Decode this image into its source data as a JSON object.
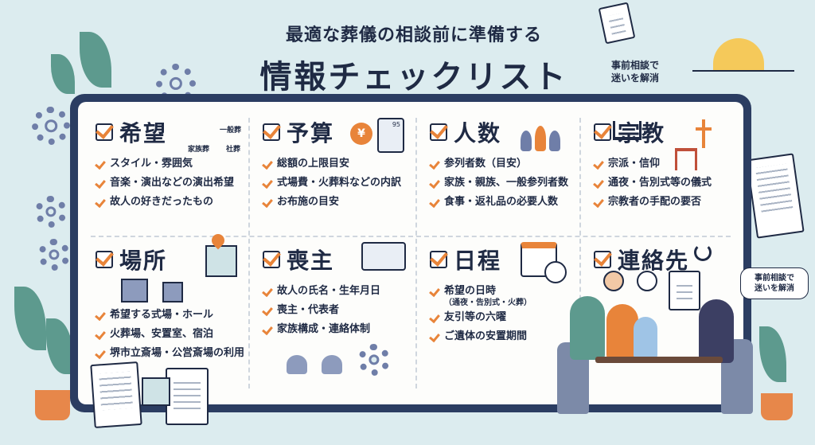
{
  "header": {
    "subtitle": "最適な葬儀の相談前に準備する",
    "title": "情報チェックリスト"
  },
  "notes": {
    "top_line1": "事前相談で",
    "top_line2": "迷いを解消",
    "bubble_line1": "事前相談で",
    "bubble_line2": "迷いを解消"
  },
  "sections": [
    {
      "title": "希望",
      "tags": [
        "家族葬",
        "一般葬",
        "社葬"
      ],
      "items": [
        "スタイル・雰囲気",
        "音楽・演出などの演出希望",
        "故人の好きだったもの"
      ]
    },
    {
      "title": "予算",
      "tags": [
        "¥",
        "95"
      ],
      "items": [
        "総額の上限目安",
        "式場費・火葬料などの内訳",
        "お布施の目安"
      ]
    },
    {
      "title": "人数",
      "items": [
        "参列者数（目安）",
        "家族・親族、一般参列者数",
        "食事・返礼品の必要人数"
      ]
    },
    {
      "title": "宗教",
      "items": [
        "宗派・信仰",
        "通夜・告別式等の儀式",
        "宗教者の手配の要否"
      ]
    },
    {
      "title": "場所",
      "items": [
        "希望する式場・ホール",
        "火葬場、安置室、宿泊",
        "堺市立斎場・公営斎場の利用"
      ]
    },
    {
      "title": "喪主",
      "items": [
        "故人の氏名・生年月日",
        "喪主・代表者",
        "家族構成・連絡体制"
      ]
    },
    {
      "title": "日程",
      "items": [
        "希望の日時",
        "友引等の六曜",
        "ご遺体の安置期間"
      ],
      "item_sub": "（通夜・告別式・火葬）"
    },
    {
      "title": "連絡先",
      "items": []
    }
  ],
  "colors": {
    "background": "#dcecef",
    "board": "#2b3d62",
    "accent": "#e8843a",
    "text": "#1f2a44"
  },
  "icons": [
    "gear-icon",
    "leaf-icon",
    "sun-icon",
    "document-icon",
    "map-pin-icon",
    "calendar-icon",
    "clock-icon",
    "phone-icon",
    "id-card-icon",
    "calculator-icon",
    "yen-coin-icon",
    "temple-icon",
    "cross-icon",
    "torii-icon"
  ]
}
